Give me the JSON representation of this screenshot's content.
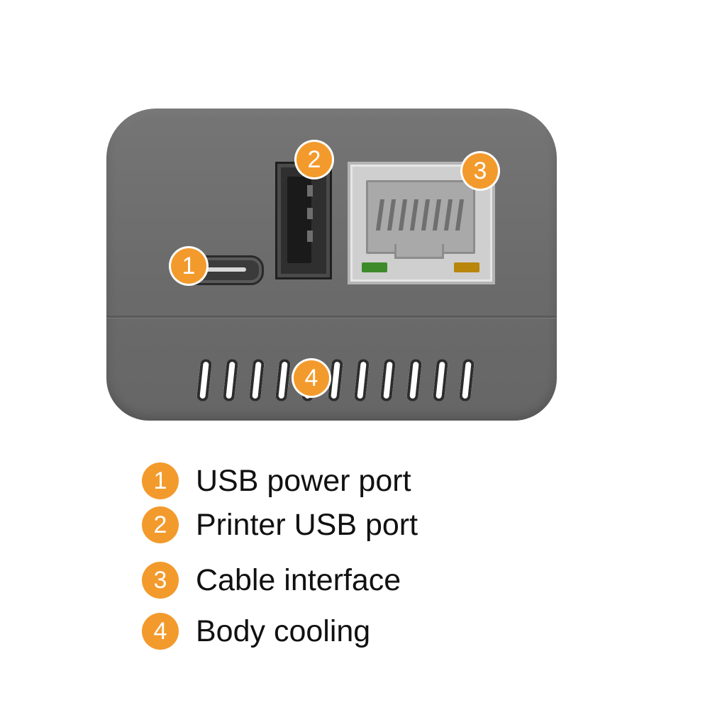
{
  "device": {
    "callouts": [
      {
        "number": "1"
      },
      {
        "number": "2"
      },
      {
        "number": "3"
      },
      {
        "number": "4"
      }
    ]
  },
  "legend": {
    "items": [
      {
        "number": "1",
        "label": "USB power port"
      },
      {
        "number": "2",
        "label": "Printer USB port"
      },
      {
        "number": "3",
        "label": "Cable interface"
      },
      {
        "number": "4",
        "label": "Body cooling"
      }
    ]
  },
  "colors": {
    "accent": "#f39a2c",
    "device_body": "#6e6e6e",
    "led_green": "#3d8b2b",
    "led_amber": "#b8860b"
  }
}
